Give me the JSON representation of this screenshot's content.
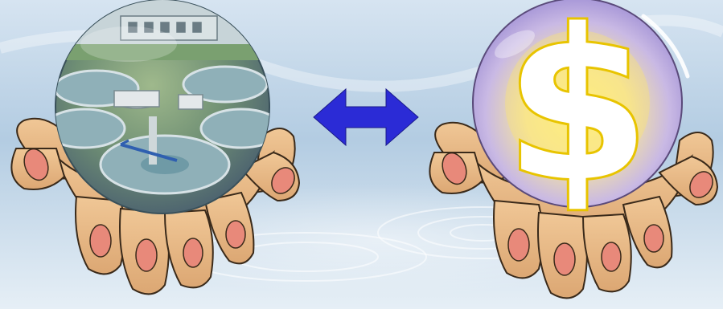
{
  "left_orb": {
    "subject": "water-treatment-plant-aerial"
  },
  "center_arrow": {
    "kind": "double-headed-arrow",
    "color": "#2b2bd6"
  },
  "right_orb": {
    "symbol": "$",
    "glyph_color": "#ffffff",
    "outline_color": "#e8c400",
    "glow_color": "#ffe866"
  },
  "background": {
    "kind": "sky-water-ripple",
    "colors": [
      "#cfe0ef",
      "#9fbdd8",
      "#e9f1f7"
    ]
  },
  "hands": {
    "skin_color": "#e8b887",
    "nail_color": "#e8897a",
    "outline_color": "#3a2a1a"
  }
}
